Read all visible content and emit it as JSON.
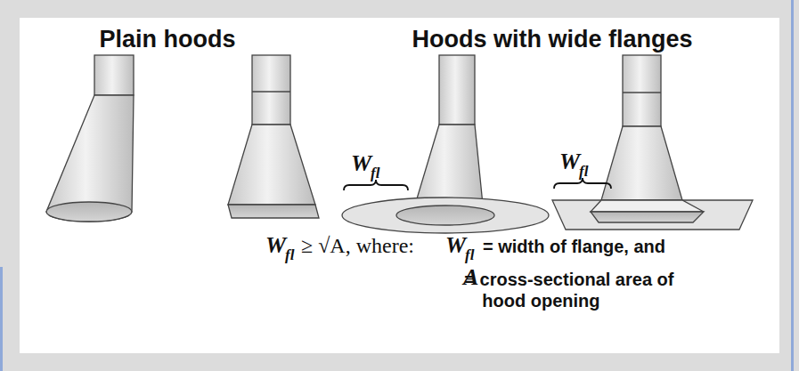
{
  "diagram": {
    "labels": [
      "Plain hoods",
      "Hoods with wide flanges",
      "W",
      "fl",
      "W",
      "fl",
      "W",
      "fl",
      "≥ √A, where:",
      "W",
      "fl",
      "= width of flange, and",
      "A",
      "= cross-sectional area of hood opening"
    ]
  }
}
